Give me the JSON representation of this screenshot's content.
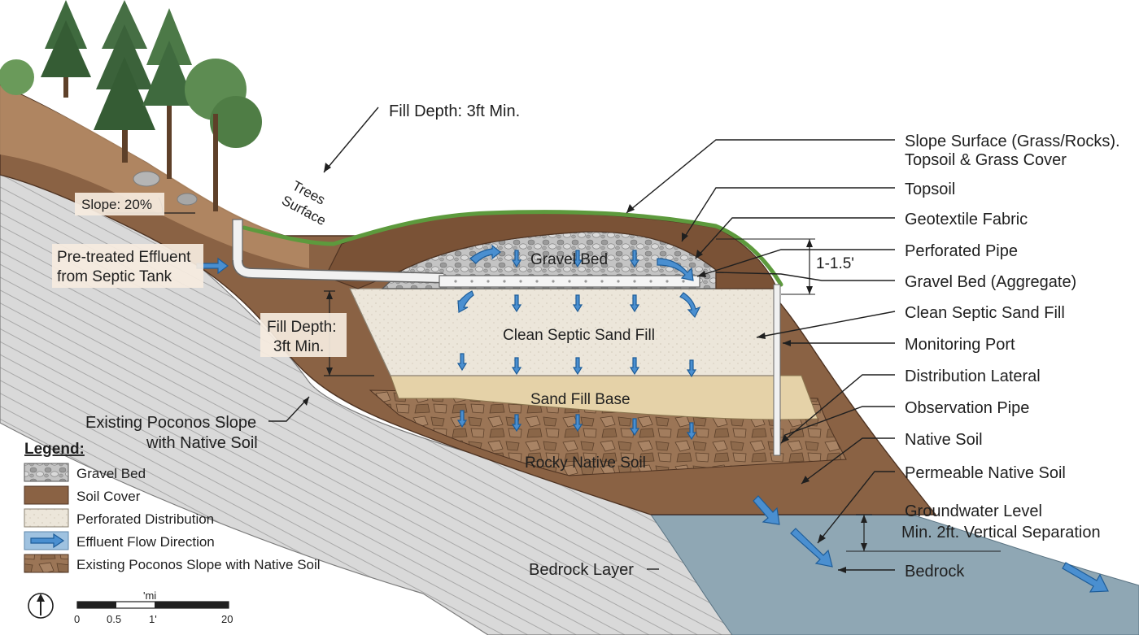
{
  "labels": {
    "fill_depth_top": "Fill Depth: 3ft Min.",
    "slope_surface_1": "Slope Surface (Grass/Rocks).",
    "slope_surface_2": "Topsoil & Grass Cover",
    "topsoil": "Topsoil",
    "geotextile": "Geotextile Fabric",
    "perforated_pipe": "Perforated Pipe",
    "gravel_bed_aggregate": "Gravel Bed (Aggregate)",
    "clean_sand_fill": "Clean Septic Sand Fill",
    "monitoring_port": "Monitoring Port",
    "distribution_lateral": "Distribution Lateral",
    "observation_pipe": "Observation Pipe",
    "native_soil": "Native Soil",
    "permeable_native_soil": "Permeable Native Soil",
    "groundwater_1": "Groundwater Level",
    "groundwater_2": "Min. 2ft. Vertical Separation",
    "bedrock": "Bedrock",
    "bedrock_layer": "Bedrock Layer",
    "slope_pct": "Slope: 20%",
    "trees": "Trees",
    "surface": "Surface",
    "effluent_1": "Pre-treated Effluent",
    "effluent_2": "from Septic Tank",
    "fill_depth_side_1": "Fill Depth:",
    "fill_depth_side_2": "3ft Min.",
    "existing_slope_1": "Existing Poconos Slope",
    "existing_slope_2": "with Native Soil",
    "gravel_bed_in": "Gravel Bed",
    "clean_sand_in": "Clean Septic Sand Fill",
    "sand_base_in": "Sand Fill Base",
    "rocky_native_in": "Rocky Native Soil",
    "dim_gravel": "1-1.5'"
  },
  "legend": {
    "title": "Legend:",
    "items": [
      {
        "label": "Gravel Bed",
        "swatch": "gravel"
      },
      {
        "label": "Soil Cover",
        "swatch": "soil"
      },
      {
        "label": "Perforated Distribution",
        "swatch": "sand"
      },
      {
        "label": "Effluent Flow Direction",
        "swatch": "arrow"
      },
      {
        "label": "Existing Poconos Slope with Native Soil",
        "swatch": "rocky"
      }
    ]
  },
  "scale": {
    "unit": "'mi",
    "ticks": [
      "0",
      "0.5",
      "1'",
      "20"
    ]
  },
  "colors": {
    "soil": "#8a6244",
    "soil_light": "#b58c66",
    "sand": "#ece6da",
    "sand_base": "#e5d2a8",
    "gravel": "#b9b9b9",
    "bedrock": "#d8d8d8",
    "groundwater": "#8fa7b4",
    "grass": "#6aa24a",
    "flow_arrow": "#4a8fd0"
  }
}
